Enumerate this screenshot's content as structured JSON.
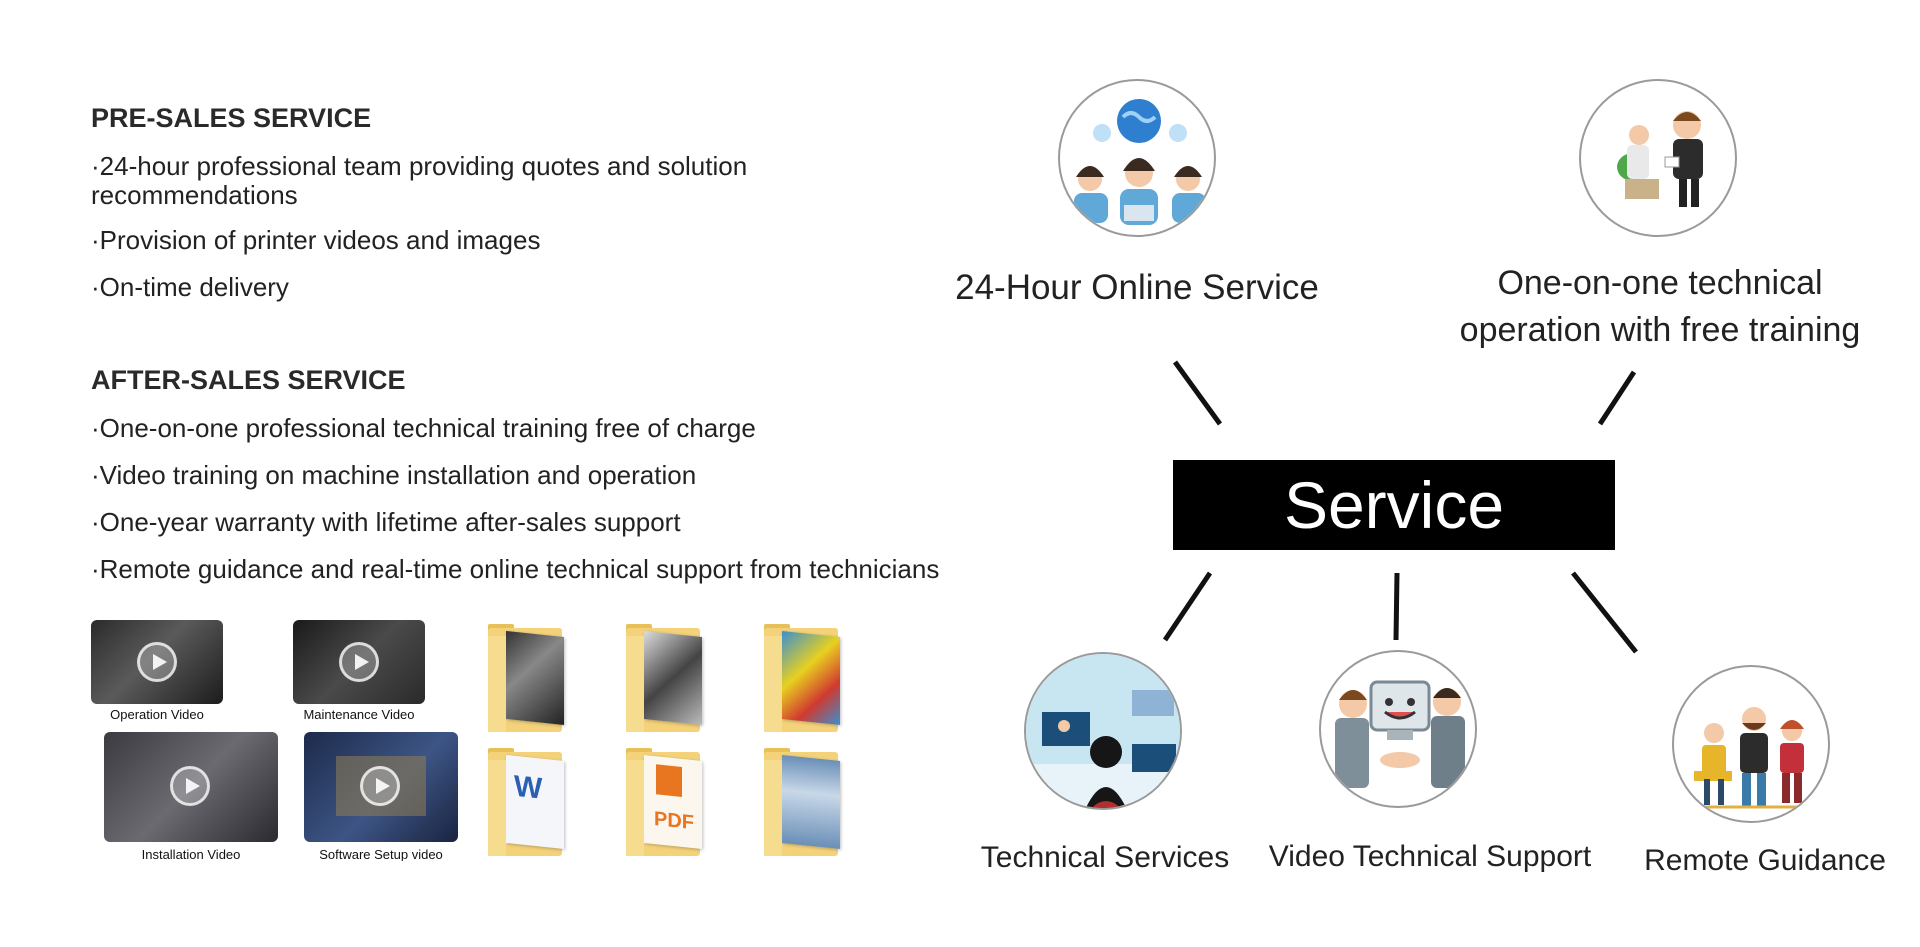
{
  "presales": {
    "title": "PRE-SALES SERVICE",
    "items": [
      "·24-hour professional team providing quotes and solution recommendations",
      "·Provision of printer videos and images",
      "·On-time delivery"
    ]
  },
  "aftersales": {
    "title": "AFTER-SALES SERVICE",
    "items": [
      "·One-on-one professional technical training free of charge",
      "·Video training on machine installation and operation",
      "·One-year warranty with lifetime after-sales support",
      "·Remote guidance and real-time online technical support from technicians"
    ]
  },
  "videos": [
    "Operation Video",
    "Maintenance Video",
    "Installation Video",
    "Software Setup video"
  ],
  "folder_docs": [
    "W",
    "PDF"
  ],
  "diagram": {
    "center": "Service",
    "top_nodes": [
      "24-Hour Online Service",
      "One-on-one technical operation with free training"
    ],
    "bottom_nodes": [
      "Technical Services",
      "Video Technical Support",
      "Remote Guidance"
    ]
  },
  "colors": {
    "center_box": "#000000",
    "center_text": "#ffffff",
    "folder": "#f3d27a"
  }
}
